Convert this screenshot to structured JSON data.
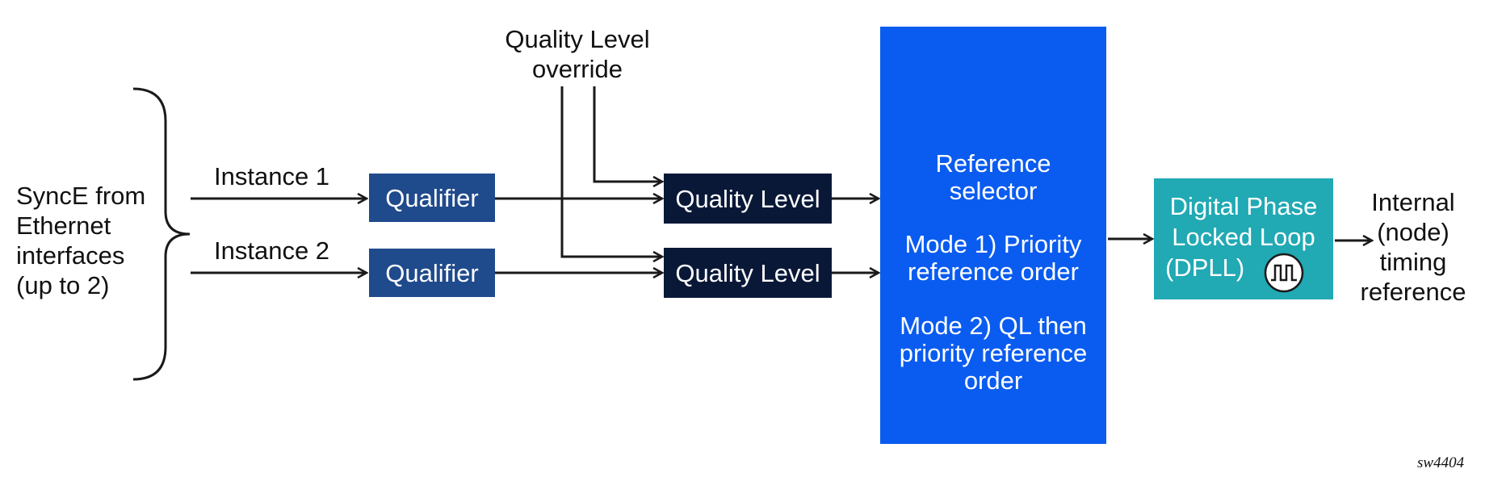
{
  "colors": {
    "qualifier": "#1f4a8c",
    "quality_level": "#0a1838",
    "reference_selector": "#0a5cf0",
    "dpll": "#21a9b4",
    "lines": "#1a1a1a"
  },
  "source": {
    "label": "SyncE from\nEthernet\ninterfaces\n(up to 2)"
  },
  "instances": [
    {
      "label": "Instance 1",
      "qualifier": "Qualifier",
      "quality_level": "Quality Level"
    },
    {
      "label": "Instance 2",
      "qualifier": "Qualifier",
      "quality_level": "Quality Level"
    }
  ],
  "override": {
    "label": "Quality Level\noverride"
  },
  "reference_selector": {
    "title": "Reference\nselector",
    "mode1": "Mode 1) Priority\nreference order",
    "mode2": "Mode 2) QL then\npriority reference\norder"
  },
  "dpll": {
    "line1": "Digital Phase",
    "line2": "Locked Loop",
    "line3": "(DPLL)",
    "icon": "clock-square-wave-icon"
  },
  "output": {
    "label": "Internal\n(node)\ntiming\nreference"
  },
  "caption": "sw4404"
}
